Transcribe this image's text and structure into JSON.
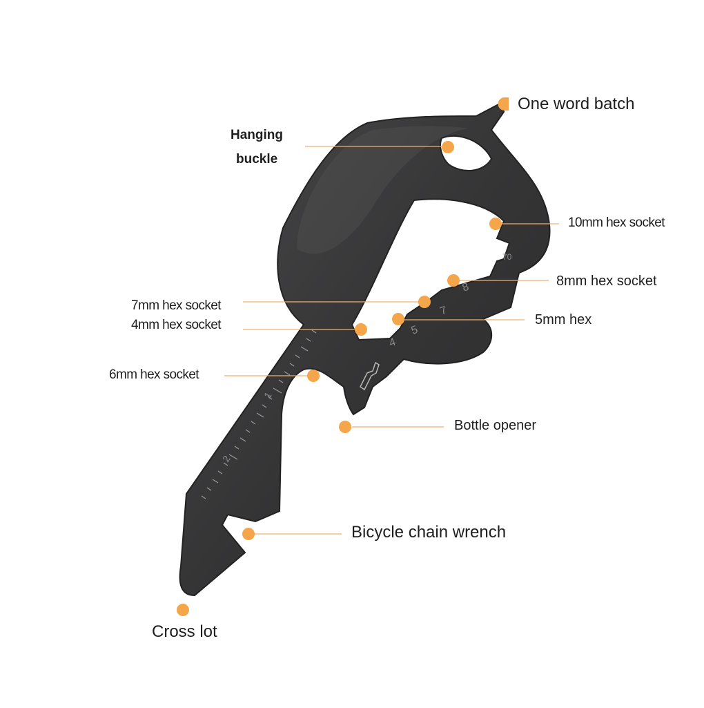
{
  "labels": {
    "one_word_batch": "One word batch",
    "hanging_buckle_line1": "Hanging",
    "hanging_buckle_line2": "buckle",
    "hex_10mm": "10mm hex socket",
    "hex_8mm": "8mm hex socket",
    "hex_7mm": "7mm hex socket",
    "hex_4mm": "4mm hex socket",
    "hex_5mm": "5mm hex",
    "hex_6mm": "6mm hex socket",
    "bottle_opener": "Bottle opener",
    "bicycle_chain_wrench": "Bicycle chain wrench",
    "cross_lot": "Cross lot"
  },
  "tool_markings": {
    "size_70": "70",
    "size_8": "8",
    "size_7": "7",
    "size_5": "5",
    "size_4": "4",
    "ruler_1": "1",
    "ruler_2": "2"
  },
  "colors": {
    "marker": "#f5a54a",
    "leader_line": "#f0b070",
    "tool_body": "#3a3a3b",
    "text": "#1e1e1e"
  }
}
